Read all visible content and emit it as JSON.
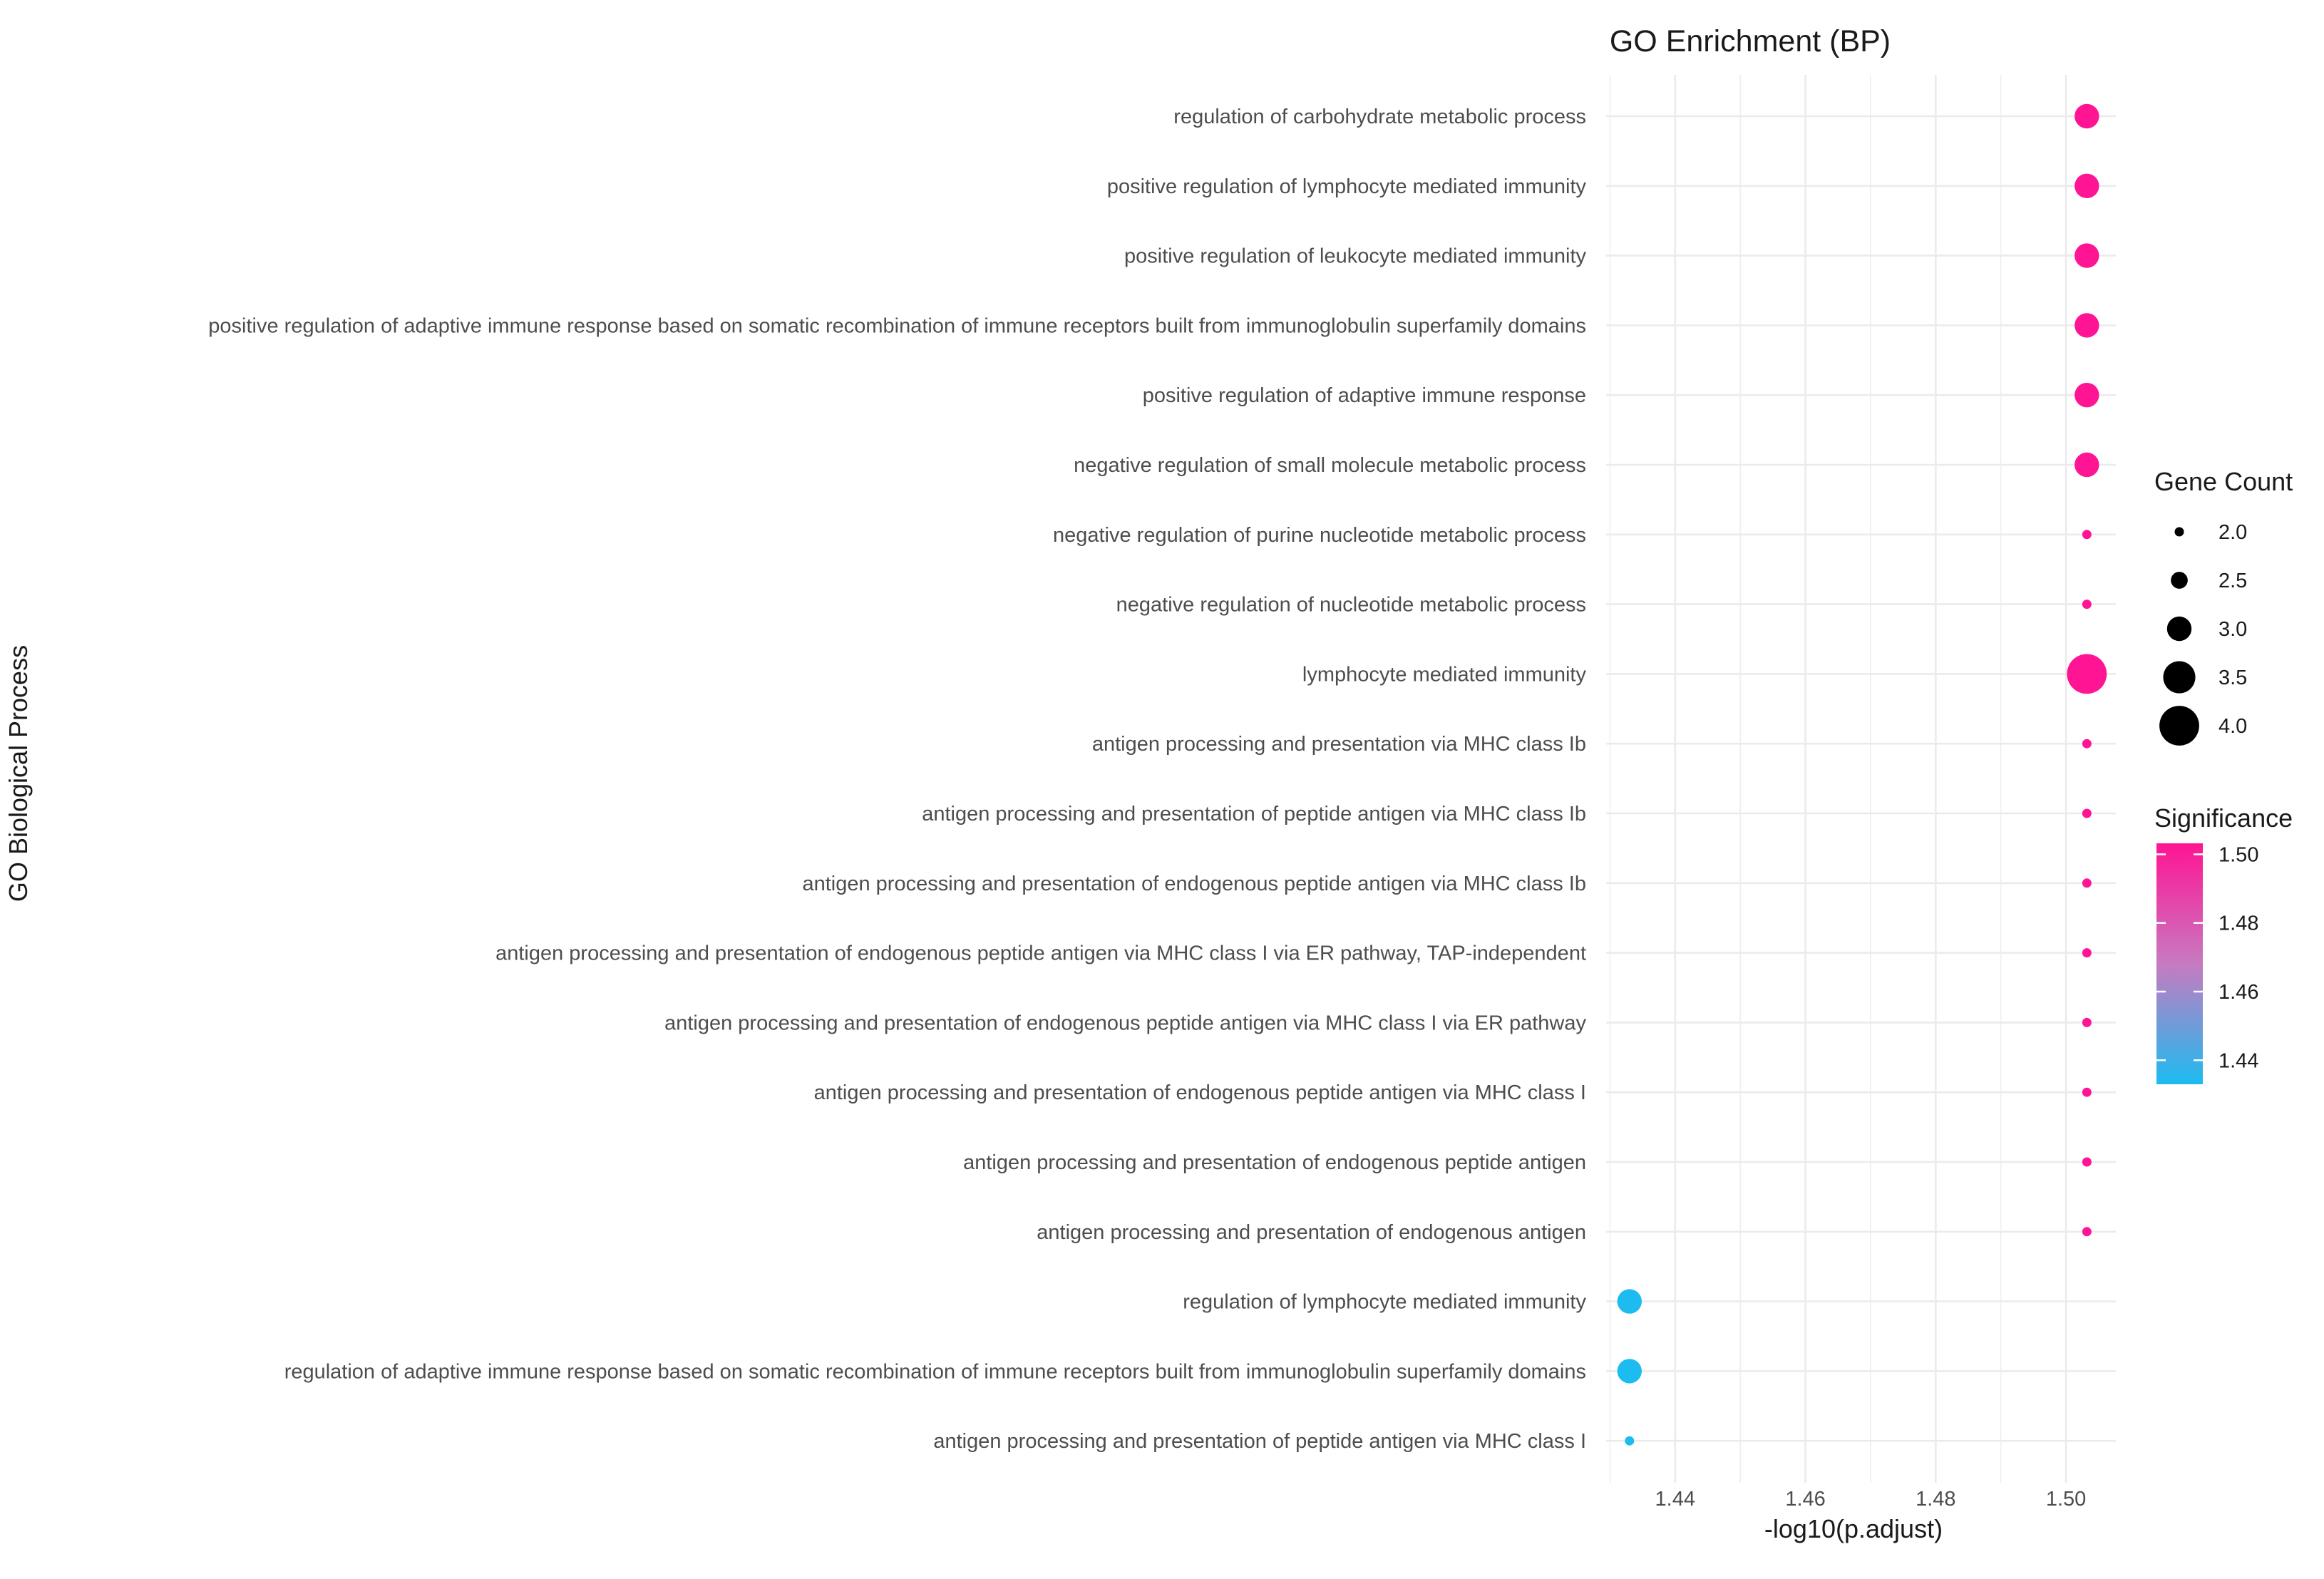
{
  "chart_data": {
    "type": "scatter",
    "title": "GO Enrichment (BP)",
    "xlabel": "-log10(p.adjust)",
    "ylabel": "GO Biological Process",
    "xlim": [
      1.42941,
      1.50765
    ],
    "x_ticks": [
      "1.44",
      "1.46",
      "1.48",
      "1.50"
    ],
    "grid": true,
    "categories": [
      "regulation of carbohydrate metabolic process",
      "positive regulation of lymphocyte mediated immunity",
      "positive regulation of leukocyte mediated immunity",
      "positive regulation of adaptive immune response based on somatic recombination of immune receptors built from immunoglobulin superfamily domains",
      "positive regulation of adaptive immune response",
      "negative regulation of small molecule metabolic process",
      "negative regulation of purine nucleotide metabolic process",
      "negative regulation of nucleotide metabolic process",
      "lymphocyte mediated immunity",
      "antigen processing and presentation via MHC class Ib",
      "antigen processing and presentation of peptide antigen via MHC class Ib",
      "antigen processing and presentation of endogenous peptide antigen via MHC class Ib",
      "antigen processing and presentation of endogenous peptide antigen via MHC class I via ER pathway, TAP-independent",
      "antigen processing and presentation of endogenous peptide antigen via MHC class I via ER pathway",
      "antigen processing and presentation of endogenous peptide antigen via MHC class I",
      "antigen processing and presentation of endogenous peptide antigen",
      "antigen processing and presentation of endogenous antigen",
      "regulation of lymphocyte mediated immunity",
      "regulation of adaptive immune response based on somatic recombination of immune receptors built from immunoglobulin superfamily domains",
      "antigen processing and presentation of peptide antigen via MHC class I"
    ],
    "points": [
      {
        "term": "regulation of carbohydrate metabolic process",
        "x": 1.5032,
        "count": 3,
        "significance": 1.5032
      },
      {
        "term": "positive regulation of lymphocyte mediated immunity",
        "x": 1.5032,
        "count": 3,
        "significance": 1.5032
      },
      {
        "term": "positive regulation of leukocyte mediated immunity",
        "x": 1.5032,
        "count": 3,
        "significance": 1.5032
      },
      {
        "term": "positive regulation of adaptive immune response based on somatic recombination of immune receptors built from immunoglobulin superfamily domains",
        "x": 1.5032,
        "count": 3,
        "significance": 1.5032
      },
      {
        "term": "positive regulation of adaptive immune response",
        "x": 1.5032,
        "count": 3,
        "significance": 1.5032
      },
      {
        "term": "negative regulation of small molecule metabolic process",
        "x": 1.5032,
        "count": 3,
        "significance": 1.5032
      },
      {
        "term": "negative regulation of purine nucleotide metabolic process",
        "x": 1.5032,
        "count": 2,
        "significance": 1.5032
      },
      {
        "term": "negative regulation of nucleotide metabolic process",
        "x": 1.5032,
        "count": 2,
        "significance": 1.5032
      },
      {
        "term": "lymphocyte mediated immunity",
        "x": 1.5032,
        "count": 4,
        "significance": 1.5032
      },
      {
        "term": "antigen processing and presentation via MHC class Ib",
        "x": 1.5032,
        "count": 2,
        "significance": 1.5032
      },
      {
        "term": "antigen processing and presentation of peptide antigen via MHC class Ib",
        "x": 1.5032,
        "count": 2,
        "significance": 1.5032
      },
      {
        "term": "antigen processing and presentation of endogenous peptide antigen via MHC class Ib",
        "x": 1.5032,
        "count": 2,
        "significance": 1.5032
      },
      {
        "term": "antigen processing and presentation of endogenous peptide antigen via MHC class I via ER pathway, TAP-independent",
        "x": 1.5032,
        "count": 2,
        "significance": 1.5032
      },
      {
        "term": "antigen processing and presentation of endogenous peptide antigen via MHC class I via ER pathway",
        "x": 1.5032,
        "count": 2,
        "significance": 1.5032
      },
      {
        "term": "antigen processing and presentation of endogenous peptide antigen via MHC class I",
        "x": 1.5032,
        "count": 2,
        "significance": 1.5032
      },
      {
        "term": "antigen processing and presentation of endogenous peptide antigen",
        "x": 1.5032,
        "count": 2,
        "significance": 1.5032
      },
      {
        "term": "antigen processing and presentation of endogenous antigen",
        "x": 1.5032,
        "count": 2,
        "significance": 1.5032
      },
      {
        "term": "regulation of lymphocyte mediated immunity",
        "x": 1.433,
        "count": 3,
        "significance": 1.433
      },
      {
        "term": "regulation of adaptive immune response based on somatic recombination of immune receptors built from immunoglobulin superfamily domains",
        "x": 1.433,
        "count": 3,
        "significance": 1.433
      },
      {
        "term": "antigen processing and presentation of peptide antigen via MHC class I",
        "x": 1.433,
        "count": 2,
        "significance": 1.433
      }
    ],
    "size_legend": {
      "title": "Gene Count",
      "values": [
        2.0,
        2.5,
        3.0,
        3.5,
        4.0
      ],
      "labels": [
        "2.0",
        "2.5",
        "3.0",
        "3.5",
        "4.0"
      ]
    },
    "color_legend": {
      "title": "Significance",
      "range": [
        1.433,
        1.5032
      ],
      "ticks": [
        1.44,
        1.46,
        1.48,
        1.5
      ],
      "tick_labels": [
        "1.44",
        "1.46",
        "1.48",
        "1.50"
      ],
      "low_color": "#1cbcf0",
      "high_color": "#ff1493"
    },
    "legend_position": "right"
  }
}
